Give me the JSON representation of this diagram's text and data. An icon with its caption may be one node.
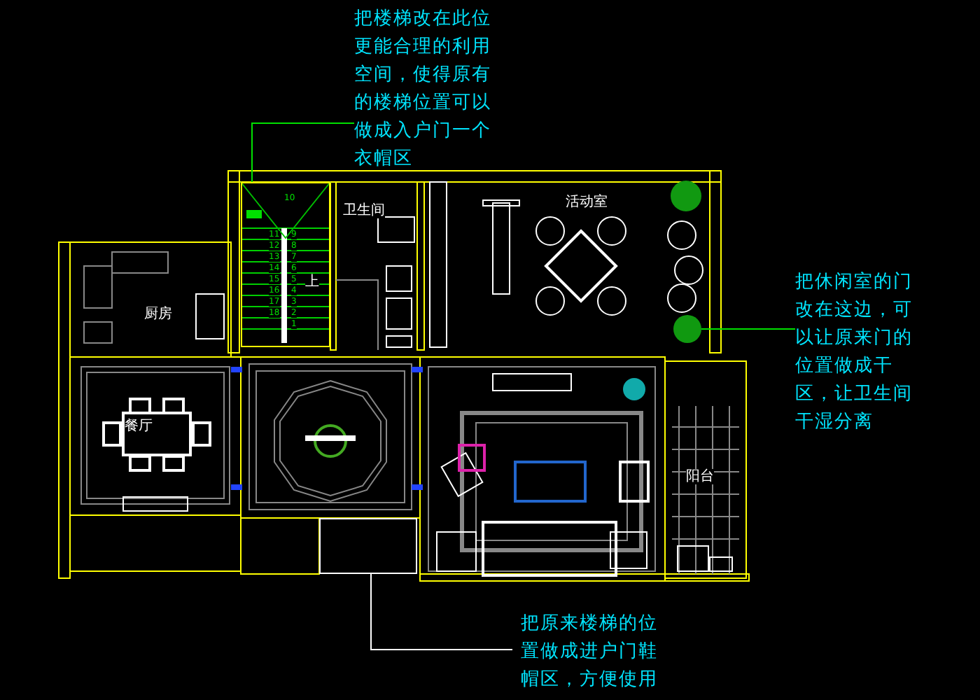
{
  "diagram": {
    "nodes": [
      {
        "text": [
          "把楼梯改在此位更能合理的利用空间，使得原有的楼梯位置可以做成入户门一个衣帽区"
        ]
      },
      {
        "text": [
          "把休闲室的门改在这边，可以让原来门的位置做成干区，让卫生间干湿分离"
        ]
      },
      {
        "text": [
          "把原来楼梯的位置做成进户门鞋帽区，方便使用"
        ]
      },
      {
        "text": [],
        "shape": "box"
      },
      {
        "text": [],
        "shape": "circle"
      },
      {
        "text": [],
        "shape": "box"
      }
    ],
    "edges": [
      {
        "from": 0,
        "to": 3,
        "arrow": "none"
      },
      {
        "from": 1,
        "to": 4,
        "arrow": "none"
      },
      {
        "from": 2,
        "to": 5,
        "arrow": "none",
        "color": "#ffffff"
      }
    ],
    "labels": [
      "10",
      "11",
      "9",
      "12",
      "8",
      "13",
      "7",
      "14",
      "6",
      "15",
      "5",
      "16",
      "4",
      "17",
      "3",
      "18",
      "2",
      "1",
      "上",
      "卫生间",
      "活动室",
      "厨房",
      "餐厅",
      "阳台"
    ]
  }
}
